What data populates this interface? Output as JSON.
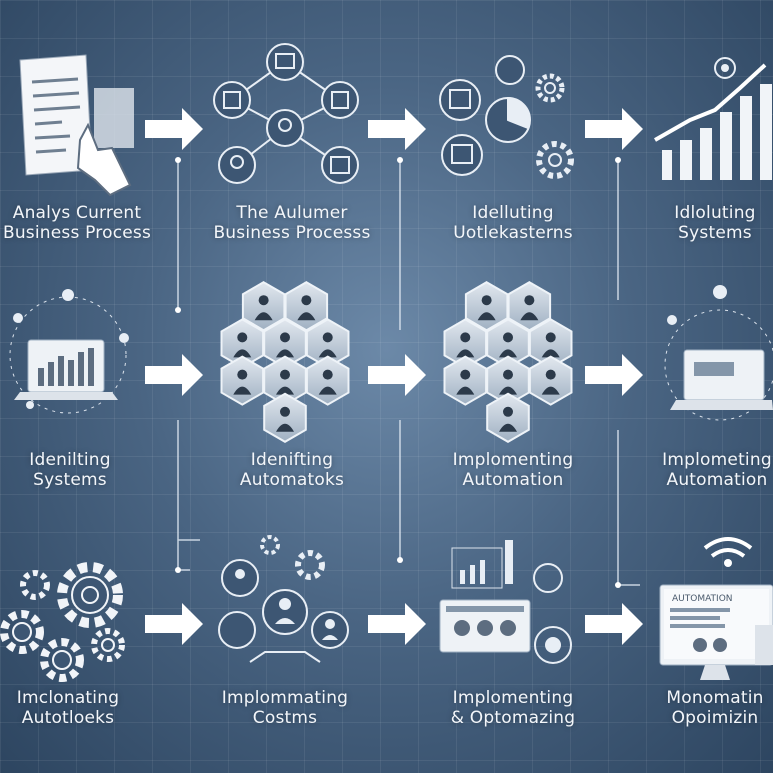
{
  "nodes": [
    {
      "id": "n1",
      "lines": [
        "Analys Current",
        "Business Process"
      ],
      "icon": "document-hand-icon"
    },
    {
      "id": "n2",
      "lines": [
        "The Aulumer",
        "Business Processs"
      ],
      "icon": "network-icon"
    },
    {
      "id": "n3",
      "lines": [
        "Idelluting",
        "Uotlekasterns"
      ],
      "icon": "gears-chart-icon"
    },
    {
      "id": "n4",
      "lines": [
        "Idloluting",
        "Systems"
      ],
      "icon": "bar-chart-icon"
    },
    {
      "id": "n5",
      "lines": [
        "Idenilting",
        "Systems"
      ],
      "icon": "laptop-chart-icon"
    },
    {
      "id": "n6",
      "lines": [
        "Idenifting",
        "Automatoks"
      ],
      "icon": "hexagon-team-icon"
    },
    {
      "id": "n7",
      "lines": [
        "Implomenting",
        "Automation"
      ],
      "icon": "hexagon-team-icon"
    },
    {
      "id": "n8",
      "lines": [
        "Implometing",
        "Automation"
      ],
      "icon": "laptop-icon"
    },
    {
      "id": "n9",
      "lines": [
        "Imclonating",
        "Autotloeks"
      ],
      "icon": "gears-icon"
    },
    {
      "id": "n10",
      "lines": [
        "Implommating",
        "Costms"
      ],
      "icon": "people-gear-icon"
    },
    {
      "id": "n11",
      "lines": [
        "Implomenting",
        "& Optomazing"
      ],
      "icon": "dashboard-icon"
    },
    {
      "id": "n12",
      "lines": [
        "Monomatin",
        "Opoimizin"
      ],
      "icon": "monitor-wifi-icon"
    }
  ],
  "monitor_banner": "AUTOMATION",
  "colors": {
    "line": "#dfe8f2",
    "arrow": "#ffffff",
    "icon": "#e8eef5",
    "hex_fill": "#c9d3de"
  }
}
